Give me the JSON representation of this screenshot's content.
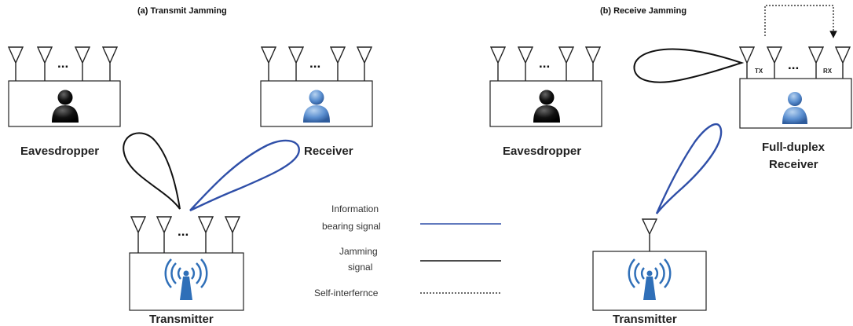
{
  "panel_a": {
    "title": "(a) Transmit Jamming",
    "eavesdropper_label": "Eavesdropper",
    "receiver_label": "Receiver",
    "transmitter_label": "Transmitter"
  },
  "panel_b": {
    "title": "(b) Receive Jamming",
    "eavesdropper_label": "Eavesdropper",
    "receiver_label_line1": "Full-duplex",
    "receiver_label_line2": "Receiver",
    "transmitter_label": "Transmitter",
    "tx_label": "TX",
    "rx_label": "RX"
  },
  "ellipsis": "...",
  "legend": {
    "info_line1": "Information",
    "info_line2": "bearing signal",
    "jam_line1": "Jamming",
    "jam_line2": "signal",
    "self_interference": "Self-interfernce"
  },
  "colors": {
    "info": "#2f4fa8",
    "jamming": "#111111",
    "user_blue": "#5b8fd0",
    "wifi_blue": "#2f6fb8"
  }
}
